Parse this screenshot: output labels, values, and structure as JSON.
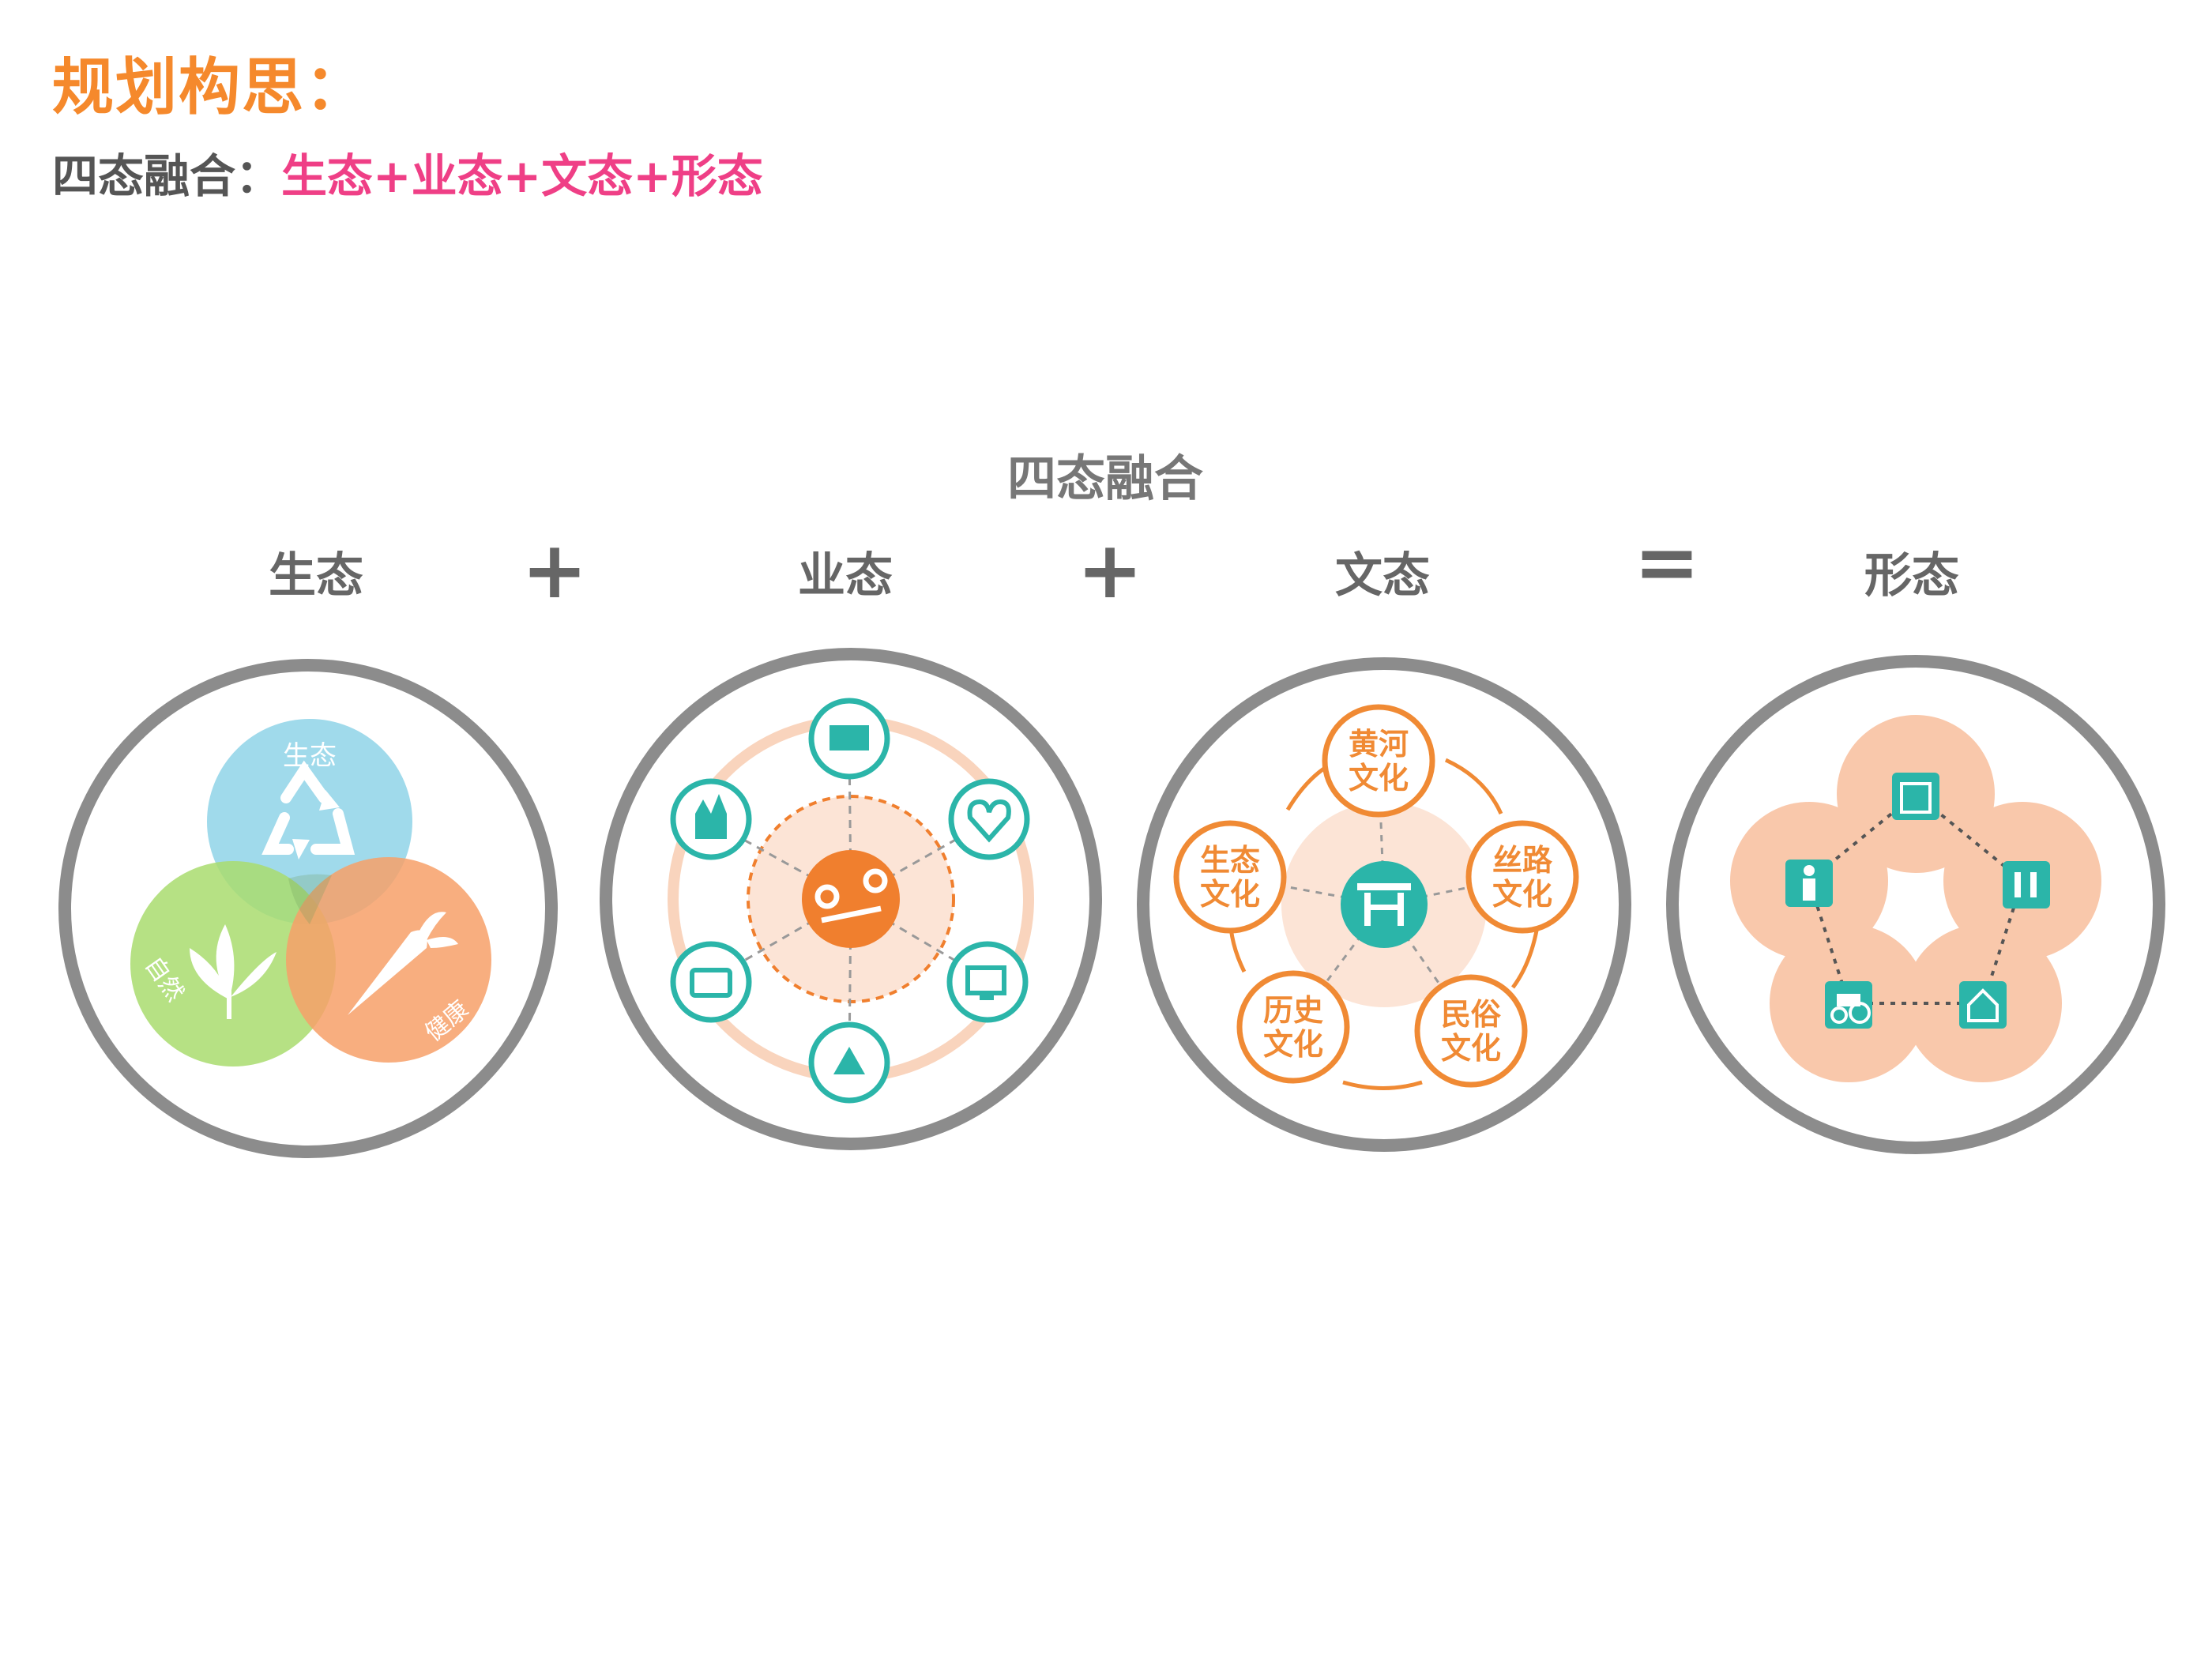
{
  "header": {
    "title": "规划构思：",
    "subtitle_prefix": "四态融合：",
    "subtitle_parts": "生态+业态+文态+形态"
  },
  "diagram": {
    "heading": "四态融合",
    "columns": [
      {
        "label": "生态"
      },
      {
        "label": "业态"
      },
      {
        "label": "文态"
      },
      {
        "label": "形态"
      }
    ],
    "operators": [
      "+",
      "+",
      "="
    ],
    "ecology": {
      "circle_labels": [
        "生态",
        "自然",
        "健康"
      ],
      "colors": {
        "top": "#8fd3e8",
        "left": "#a9dc6e",
        "right": "#f7a069"
      }
    },
    "culture": {
      "nodes": [
        {
          "line1": "黄河",
          "line2": "文化"
        },
        {
          "line1": "丝路",
          "line2": "文化"
        },
        {
          "line1": "民俗",
          "line2": "文化"
        },
        {
          "line1": "历史",
          "line2": "文化"
        },
        {
          "line1": "生态",
          "line2": "文化"
        }
      ],
      "accent": "#f08a34"
    },
    "colors": {
      "teal": "#2bb5a9",
      "orange": "#f07f2e",
      "peach": "#f7b68f",
      "ring": "#8c8c8c"
    }
  }
}
